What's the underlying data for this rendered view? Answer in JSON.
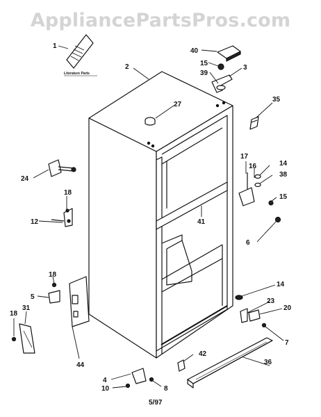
{
  "watermark": "AppliancePartsPros.com",
  "literature_caption": "Literature Parts",
  "footer_date": "5/97",
  "callouts": {
    "c1": "1",
    "c2": "2",
    "c3": "3",
    "c4": "4",
    "c5": "5",
    "c6": "6",
    "c7": "7",
    "c8": "8",
    "c10": "10",
    "c12": "12",
    "c14a": "14",
    "c14b": "14",
    "c15a": "15",
    "c15b": "15",
    "c16": "16",
    "c17": "17",
    "c18a": "18",
    "c18b": "18",
    "c18c": "18",
    "c20": "20",
    "c23": "23",
    "c24": "24",
    "c27": "27",
    "c31": "31",
    "c35": "35",
    "c36": "36",
    "c38": "38",
    "c39": "39",
    "c40": "40",
    "c41": "41",
    "c42": "42",
    "c44": "44"
  }
}
